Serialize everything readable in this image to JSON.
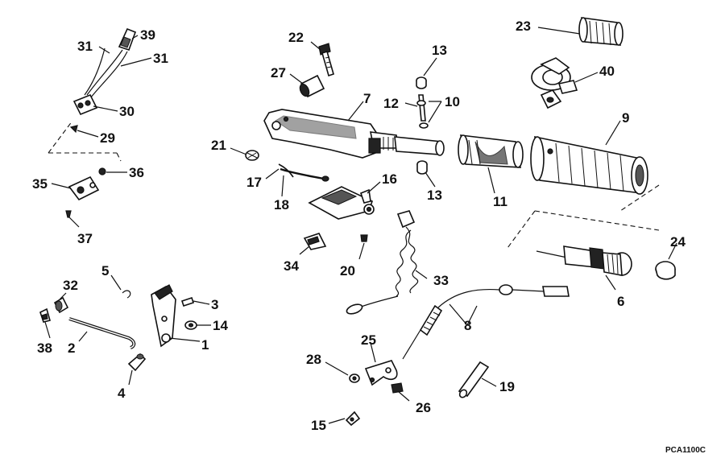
{
  "figure_ref": "PCA1100C",
  "callouts": {
    "c1": "1",
    "c2": "2",
    "c3": "3",
    "c4": "4",
    "c5": "5",
    "c6": "6",
    "c7": "7",
    "c8": "8",
    "c9": "9",
    "c10": "10",
    "c11": "11",
    "c12": "12",
    "c13a": "13",
    "c13b": "13",
    "c14": "14",
    "c15": "15",
    "c16": "16",
    "c17": "17",
    "c18": "18",
    "c19": "19",
    "c20": "20",
    "c21": "21",
    "c22": "22",
    "c23": "23",
    "c24": "24",
    "c25": "25",
    "c26": "26",
    "c27": "27",
    "c28": "28",
    "c29": "29",
    "c30": "30",
    "c31a": "31",
    "c31b": "31",
    "c32": "32",
    "c33": "33",
    "c34": "34",
    "c35": "35",
    "c36": "36",
    "c37": "37",
    "c38": "38",
    "c39": "39",
    "c40": "40"
  }
}
